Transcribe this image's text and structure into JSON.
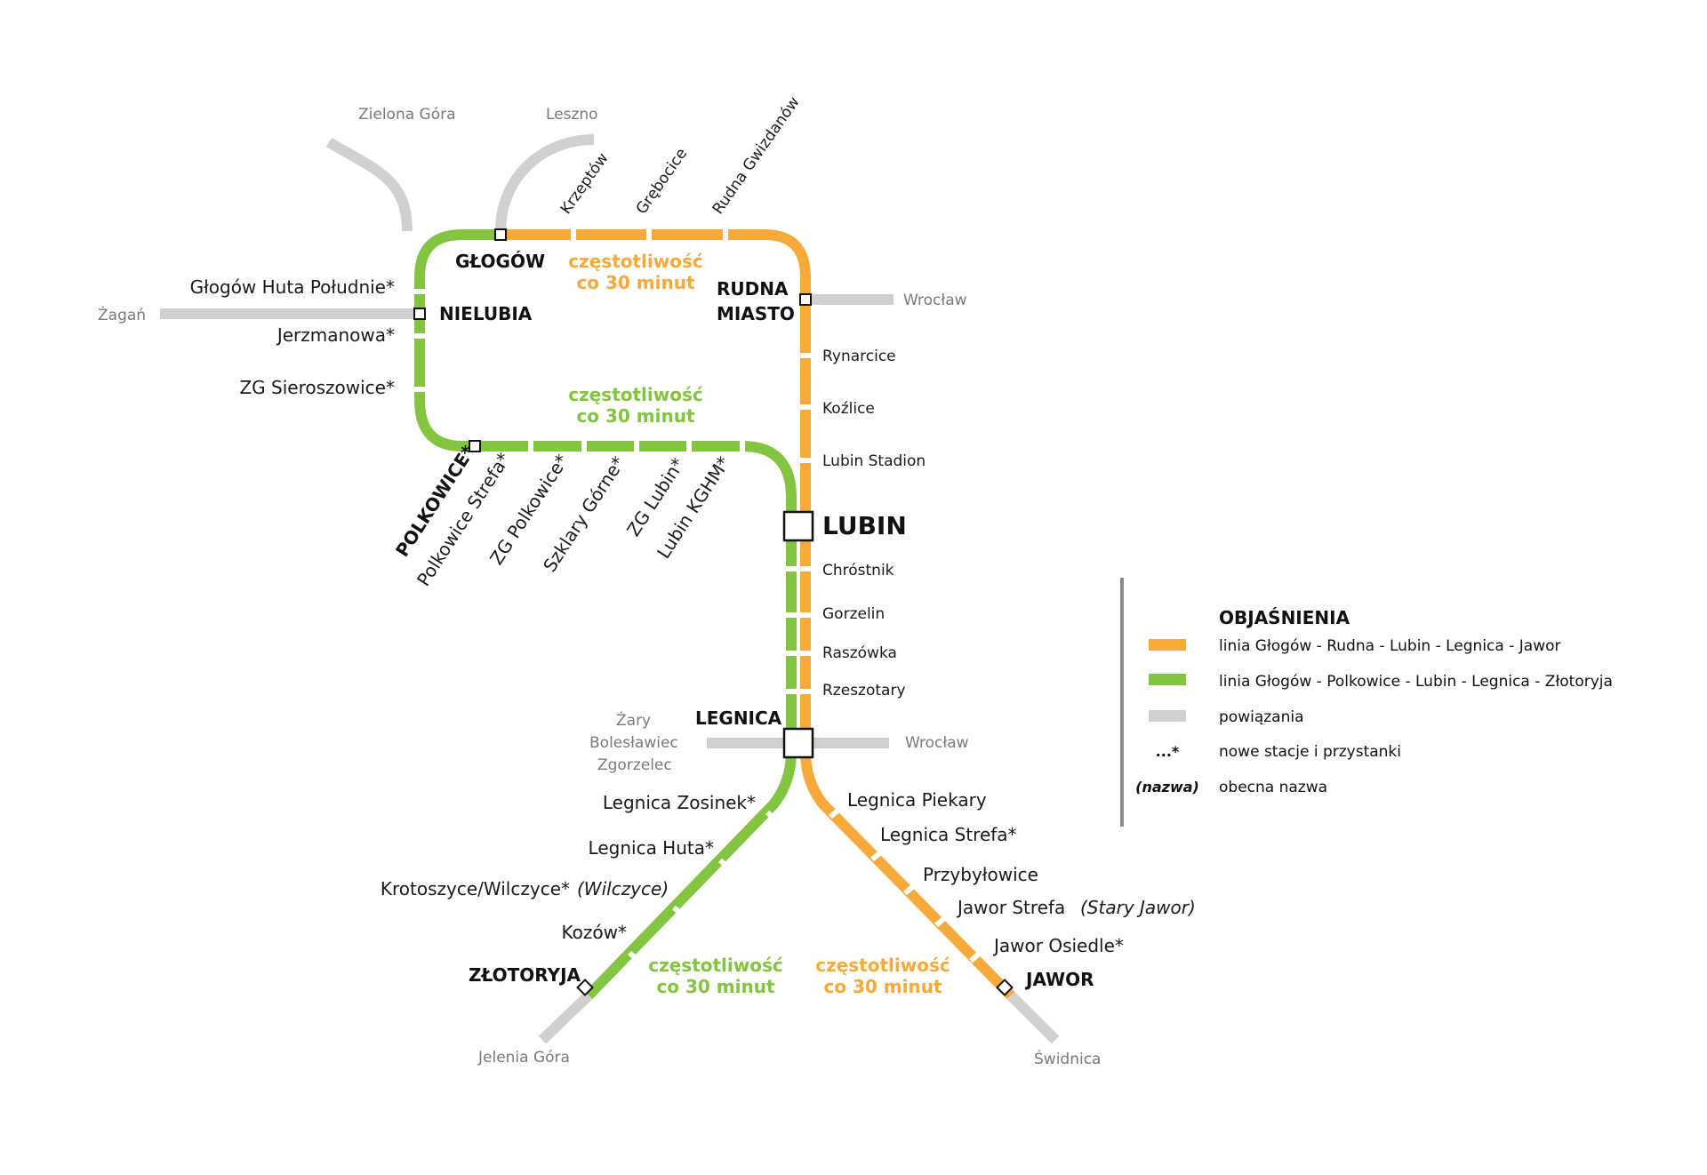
{
  "colors": {
    "orange_line": "#f7a93a",
    "green_line": "#83c441",
    "connection": "#d0d0d0",
    "legend_rule": "#8a8a8a",
    "connection_text": "#7a7a7a"
  },
  "hubs": {
    "glogow": "GŁOGÓW",
    "nielubia": "NIELUBIA",
    "rudna_1": "RUDNA",
    "rudna_2": "MIASTO",
    "lubin": "LUBIN",
    "legnica": "LEGNICA",
    "zlotoryja": "ZŁOTORYJA",
    "jawor": "JAWOR",
    "polkowice": "POLKOWICE*"
  },
  "connections": {
    "zielona_gora": "Zielona Góra",
    "leszno": "Leszno",
    "zagan": "Żagań",
    "wroclaw_1": "Wrocław",
    "wroclaw_2": "Wrocław",
    "zary": "Żary",
    "boleslawiec": "Bolesławiec",
    "zgorzelec": "Zgorzelec",
    "jelenia_gora": "Jelenia Góra",
    "swidnica": "Świdnica"
  },
  "stations": {
    "krzeptow": "Krzeptów",
    "grebocice": "Grębocice",
    "rudna_gwizdanow": "Rudna Gwizdanów",
    "glogow_huta": "Głogów Huta Południe*",
    "jerzmanowa": "Jerzmanowa*",
    "zg_sieroszowice": "ZG Sieroszowice*",
    "rynarcice": "Rynarcice",
    "kozlice": "Koźlice",
    "lubin_stadion": "Lubin Stadion",
    "polkowice_strefa": "Polkowice Strefa*",
    "zg_polkowice": "ZG Polkowice*",
    "szklary_gorne": "Szklary Górne*",
    "zg_lubin": "ZG Lubin*",
    "lubin_kghm": "Lubin KGHM*",
    "chrostnik": "Chróstnik",
    "gorzelin": "Gorzelin",
    "raszowka": "Raszówka",
    "rzeszotary": "Rzeszotary",
    "legnica_zosinek": "Legnica Zosinek*",
    "legnica_huta": "Legnica Huta*",
    "krotoszyce": "Krotoszyce/Wilczyce*",
    "krotoszyce_old": "(Wilczyce)",
    "kozow": "Kozów*",
    "legnica_piekary": "Legnica Piekary",
    "legnica_strefa": "Legnica Strefa*",
    "przybylowice": "Przybyłowice",
    "jawor_strefa": "Jawor Strefa",
    "jawor_strefa_old": "(Stary Jawor)",
    "jawor_osiedle": "Jawor Osiedle*"
  },
  "frequency": {
    "line1": "częstotliwość",
    "line2": "co 30 minut"
  },
  "legend": {
    "title": "OBJAŚNIENIA",
    "items": [
      {
        "symbol": "",
        "color": "#f7a93a",
        "label": "linia Głogów - Rudna - Lubin - Legnica - Jawor"
      },
      {
        "symbol": "",
        "color": "#83c441",
        "label": "linia Głogów - Polkowice - Lubin - Legnica - Złotoryja"
      },
      {
        "symbol": "",
        "color": "#d0d0d0",
        "label": "powiązania"
      },
      {
        "symbol": "...*",
        "color": "",
        "label": "nowe stacje i przystanki"
      },
      {
        "symbol": "(nazwa)",
        "color": "",
        "label": "obecna nazwa"
      }
    ]
  }
}
